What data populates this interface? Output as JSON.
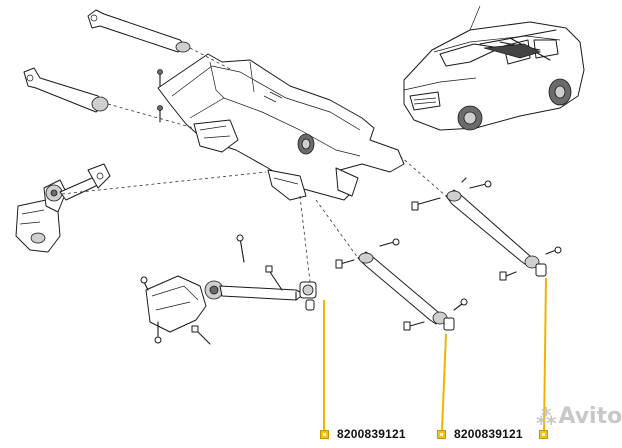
{
  "diagram": {
    "callouts": [
      {
        "marker_color": "#f5c216",
        "part_number": "8200839121"
      },
      {
        "marker_color": "#f5c216",
        "part_number": "8200839121"
      },
      {
        "marker_color": "#f5c216",
        "part_number": ""
      }
    ]
  },
  "watermark": {
    "text": "Avito",
    "icon": "avito-dots-icon"
  },
  "colors": {
    "lines": "#1a1a1a",
    "leader_lines": "#f0b400",
    "background": "#ffffff"
  }
}
